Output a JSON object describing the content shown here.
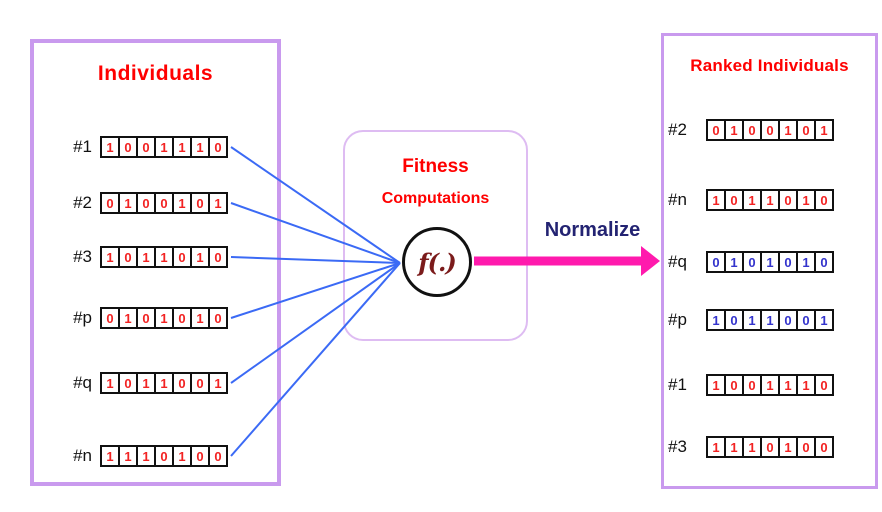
{
  "left_panel": {
    "title": "Individuals",
    "rows": [
      {
        "label": "#1",
        "bits": "1001110",
        "digit_color": "red"
      },
      {
        "label": "#2",
        "bits": "0100101",
        "digit_color": "red"
      },
      {
        "label": "#3",
        "bits": "1011010",
        "digit_color": "red"
      },
      {
        "label": "#p",
        "bits": "0101010",
        "digit_color": "red"
      },
      {
        "label": "#q",
        "bits": "1011001",
        "digit_color": "red"
      },
      {
        "label": "#n",
        "bits": "1110100",
        "digit_color": "red"
      }
    ]
  },
  "fitness_box": {
    "title_line1": "Fitness",
    "title_line2": "Computations",
    "function_label": "f(.)"
  },
  "flow": {
    "arrow_label": "Normalize"
  },
  "right_panel": {
    "title": "Ranked Individuals",
    "rows": [
      {
        "label": "#2",
        "bits": "0100101",
        "digit_color": "red"
      },
      {
        "label": "#n",
        "bits": "1011010",
        "digit_color": "red"
      },
      {
        "label": "#q",
        "bits": "0101010",
        "digit_color": "blue"
      },
      {
        "label": "#p",
        "bits": "1011001",
        "digit_color": "blue"
      },
      {
        "label": "#1",
        "bits": "1001110",
        "digit_color": "red"
      },
      {
        "label": "#3",
        "bits": "1110100",
        "digit_color": "red"
      }
    ]
  },
  "colors": {
    "panel_border": "#c99aee",
    "fitness_border": "#debcf2",
    "title_red": "#ff0000",
    "digit_red": "#f22222",
    "digit_blue": "#3333cc",
    "line_blue": "#3b6af5",
    "arrow_magenta": "#ff1aad",
    "normalize_navy": "#232372",
    "function_maroon": "#7b1b1b"
  }
}
